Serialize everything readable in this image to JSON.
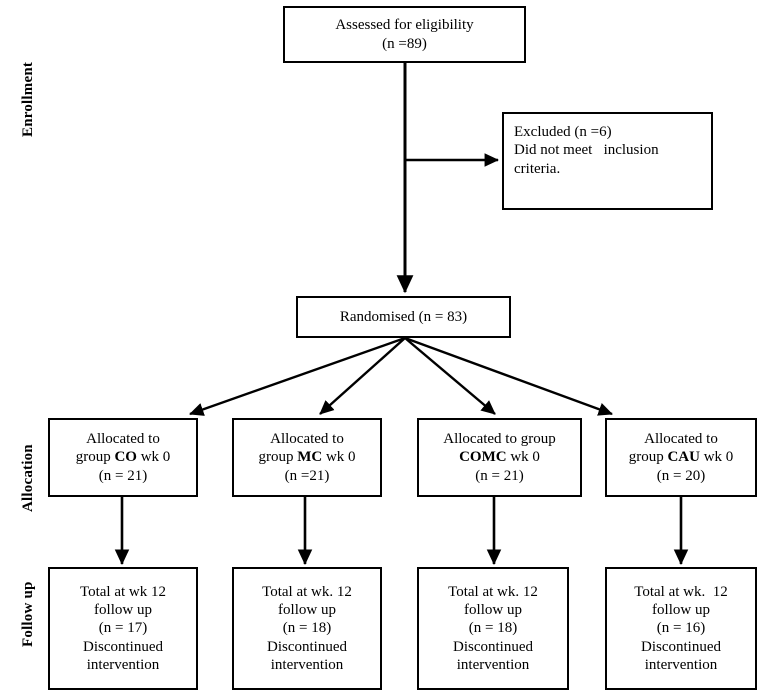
{
  "stages": [
    {
      "label": "Enrollment"
    },
    {
      "label": "Allocation"
    },
    {
      "label": "Follow up"
    }
  ],
  "nodes": {
    "assessed": {
      "line1": "Assessed for eligibility",
      "line2": "(n =89)"
    },
    "excluded": {
      "line1": "Excluded (n =6)",
      "line2": "Did not meet   inclusion",
      "line3": "criteria."
    },
    "randomised": {
      "line1": "Randomised (n = 83)"
    }
  },
  "allocation": [
    {
      "line1": "Allocated to",
      "line2_pre": "group ",
      "group": "CO",
      "line2_post": " wk 0",
      "line3": "(n = 21)"
    },
    {
      "line1": "Allocated to",
      "line2_pre": "group ",
      "group": "MC",
      "line2_post": " wk 0",
      "line3": "(n =21)"
    },
    {
      "line1": "Allocated to group",
      "line2_pre": "",
      "group": "COMC",
      "line2_post": " wk 0",
      "line3": "(n = 21)"
    },
    {
      "line1": "Allocated to",
      "line2_pre": "group ",
      "group": "CAU",
      "line2_post": " wk 0",
      "line3": "(n = 20)"
    }
  ],
  "followup": [
    {
      "line1": "Total at wk 12",
      "line2": "follow up",
      "line3": "(n = 17)",
      "line4": "Discontinued",
      "line5": "intervention"
    },
    {
      "line1": "Total at wk. 12",
      "line2": "follow up",
      "line3": "(n = 18)",
      "line4": "Discontinued",
      "line5": "intervention"
    },
    {
      "line1": "Total at wk. 12",
      "line2": "follow up",
      "line3": "(n = 18)",
      "line4": "Discontinued",
      "line5": "intervention"
    },
    {
      "line1": "Total at wk.  12",
      "line2": "follow up",
      "line3": "(n = 16)",
      "line4": "Discontinued",
      "line5": "intervention"
    }
  ],
  "colors": {
    "stroke": "#000000",
    "background": "#ffffff",
    "text": "#000000"
  }
}
